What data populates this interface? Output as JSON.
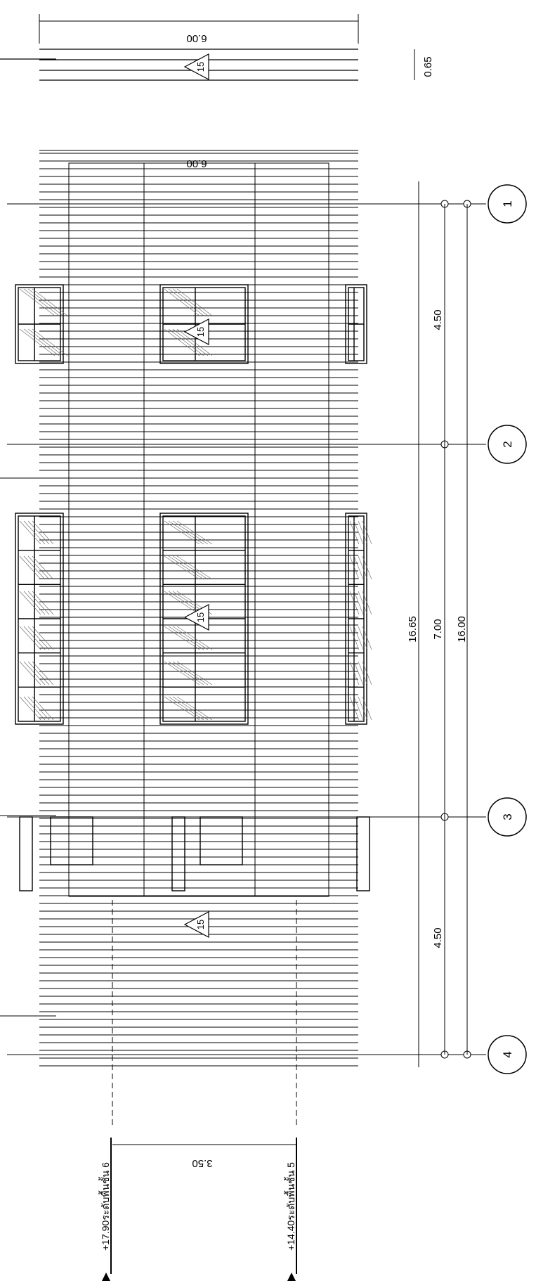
{
  "drawing": {
    "top_strip": {
      "width_dim": "6.00",
      "depth_dim": "0.65",
      "section_tag": "15"
    },
    "main_plan": {
      "width_dim": "6.00",
      "section_tags": [
        "15",
        "15",
        "15"
      ],
      "dims_column_a": [
        "4.50",
        "4.50"
      ],
      "dims_column_b": [
        "16.65",
        "7.00",
        "16.00"
      ]
    },
    "grid_axes": [
      "1",
      "2",
      "3",
      "4"
    ],
    "bottom": {
      "span_dim": "3.50",
      "levels": [
        "+17.90ระดับพื้นชั้น 6",
        "+14.40ระดับพื้นชั้น 5"
      ]
    }
  }
}
